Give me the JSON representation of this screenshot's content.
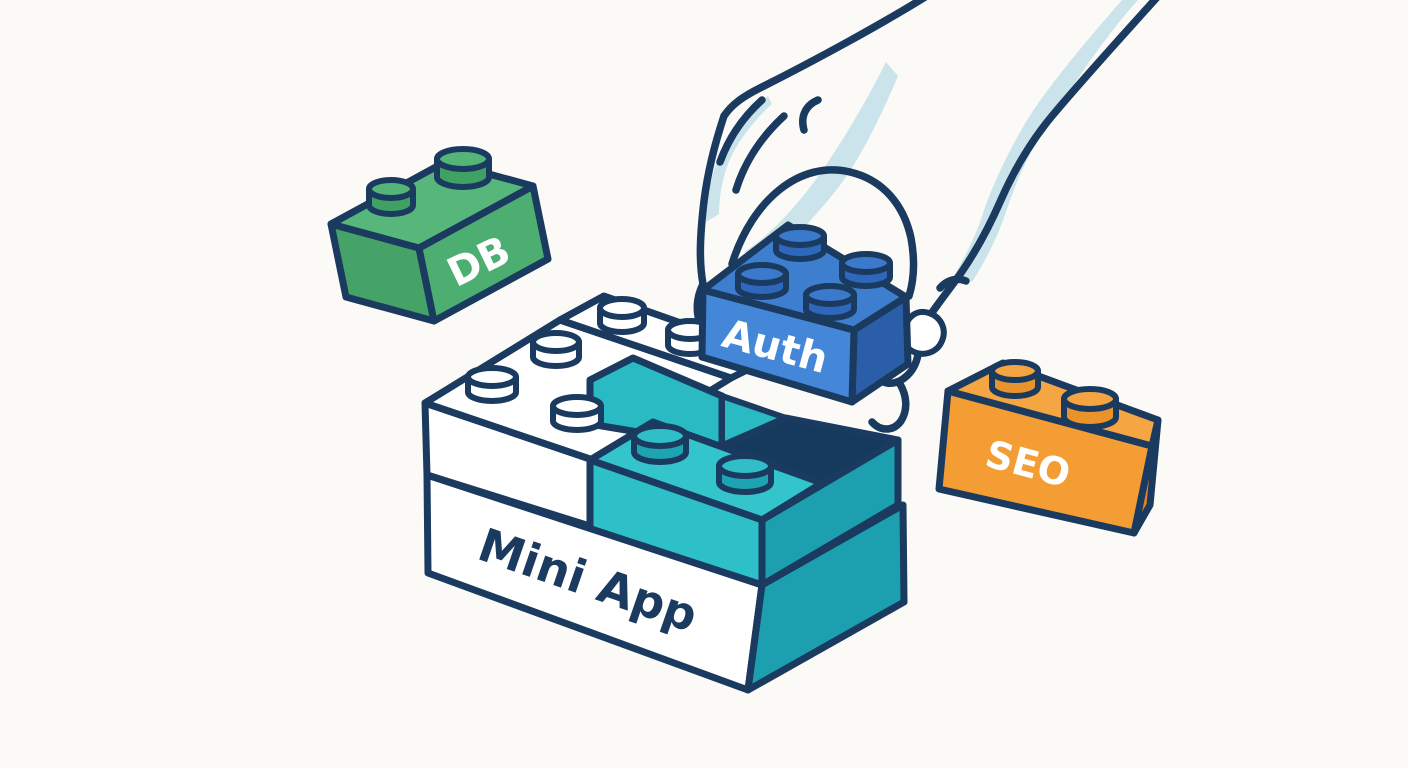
{
  "illustration": {
    "bricks": {
      "db": {
        "label": "DB"
      },
      "auth": {
        "label": "Auth"
      },
      "seo": {
        "label": "SEO"
      },
      "mini_app": {
        "label": "Mini App"
      }
    },
    "colors": {
      "background": "#FBFAF7",
      "outline": "#1B3A5F",
      "green_top": "#57B77B",
      "green_front": "#4DAE72",
      "green_side": "#45A368",
      "green_stud": "#41A164",
      "green_stud_top": "#55B578",
      "blue_top": "#3D7ECF",
      "blue_front": "#4486D8",
      "blue_side": "#2B5EA9",
      "blue_stud": "#2E68BC",
      "blue_stud_top": "#3A79CC",
      "teal_top": "#33C4CC",
      "teal_front": "#2EC0C9",
      "teal_side": "#1C9FAE",
      "teal_wall": "#2ABAC4",
      "teal_stud": "#1CA4B2",
      "teal_stud_top": "#30BFC8",
      "orange_top": "#F5A542",
      "orange_front": "#F49D35",
      "orange_side": "#E08426",
      "orange_stud": "#E8932B",
      "orange_stud_top": "#F4A441",
      "recess_shadow": "#16395E",
      "white_face": "#FFFFFF",
      "hand_shading": "#CBE4EB",
      "label_navy": "#1B3A5F",
      "label_white": "#FFFFFF"
    }
  }
}
